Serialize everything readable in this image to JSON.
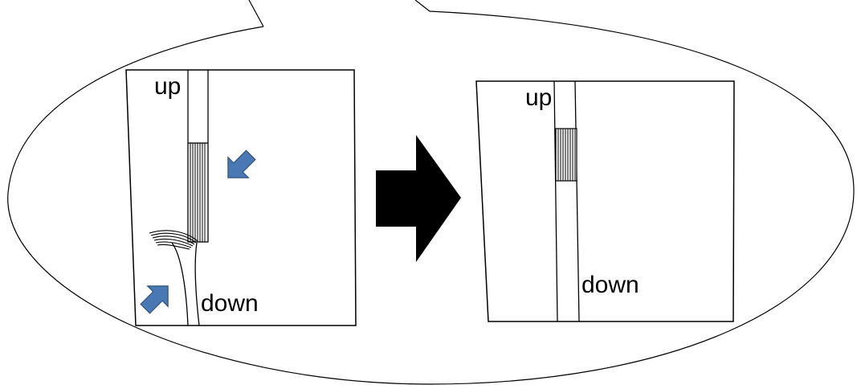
{
  "left_panel": {
    "label_up": "up",
    "label_down": "down"
  },
  "right_panel": {
    "label_up": "up",
    "label_down": "down"
  },
  "colors": {
    "stroke": "#000000",
    "background": "#ffffff",
    "pointer_arrow_fill": "#4a78b4",
    "pointer_arrow_stroke": "#2e5383",
    "transition_arrow": "#000000"
  },
  "icons": {
    "pointer_arrows": "blue-block-arrow",
    "transition": "black-block-arrow-right"
  }
}
